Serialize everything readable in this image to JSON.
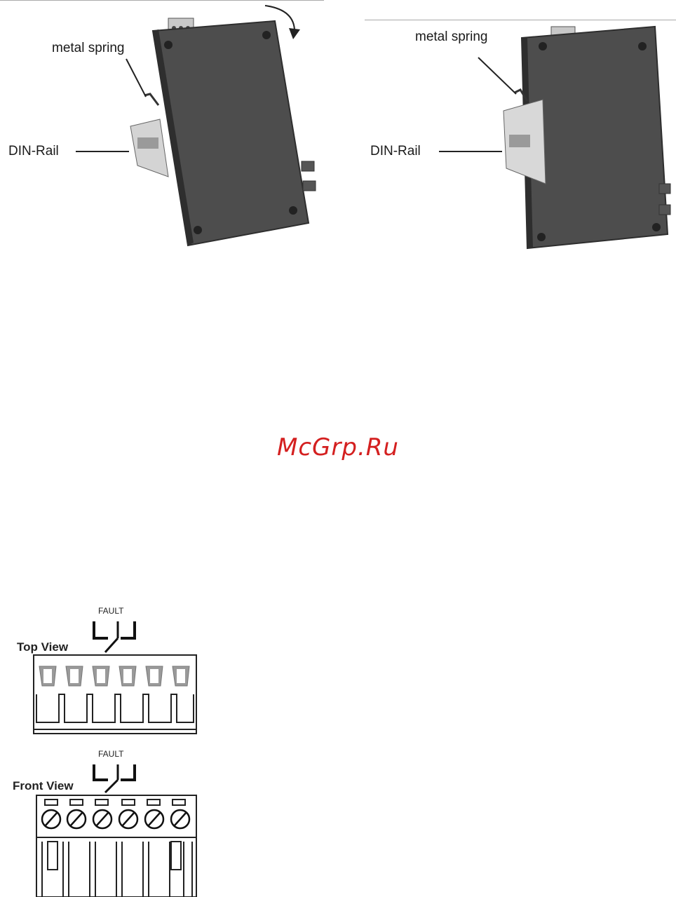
{
  "figures": {
    "left": {
      "spring_label": "metal spring",
      "rail_label": "DIN-Rail"
    },
    "right": {
      "spring_label": "metal spring",
      "rail_label": "DIN-Rail"
    }
  },
  "watermark": {
    "text": "McGrp.Ru",
    "color": "#d42020"
  },
  "terminal_block": {
    "top_view": {
      "title": "Top View",
      "fault_label": "FAULT",
      "terminal_count": 6
    },
    "front_view": {
      "title": "Front View",
      "fault_label": "FAULT",
      "terminal_count": 6
    }
  },
  "colors": {
    "device_body": "#4d4d4d",
    "device_edge": "#2e2e2e",
    "rail": "#d4d4d4"
  }
}
